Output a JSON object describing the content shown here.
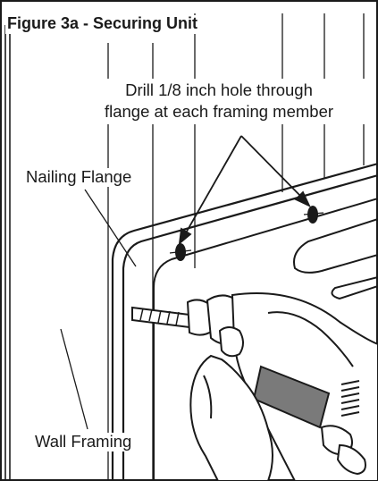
{
  "figure": {
    "title": "Figure 3a - Securing Unit",
    "callout_line1": "Drill 1/8 inch hole through",
    "callout_line2": "flange at each framing member",
    "label_nailing_flange": "Nailing Flange",
    "label_wall_framing": "Wall Framing"
  },
  "colors": {
    "ink": "#1a1a1a",
    "grey": "#7a7a7a",
    "paper": "#ffffff"
  },
  "icons": [
    "drill-icon",
    "hand-icon",
    "drill-hole-marker-icon"
  ]
}
